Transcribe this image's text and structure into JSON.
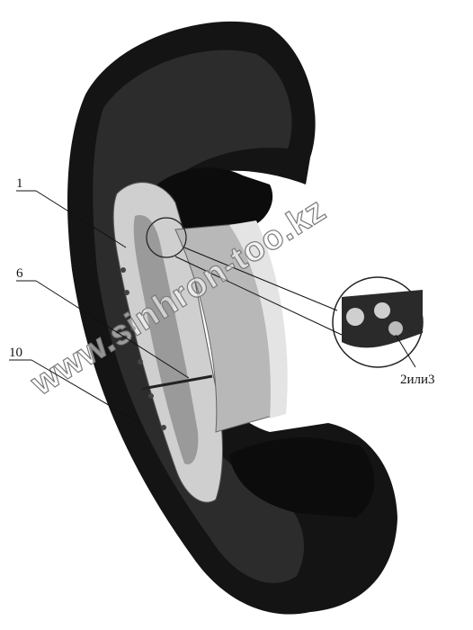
{
  "callouts": [
    {
      "id": "1",
      "label": "1"
    },
    {
      "id": "6",
      "label": "6"
    },
    {
      "id": "10",
      "label": "10"
    },
    {
      "id": "2",
      "label": "2или3"
    }
  ],
  "watermark": "www.sinhron-too.kz",
  "colors": {
    "tire": "#141414",
    "tire_mid": "#2c2c2c",
    "rim": "#cfcfcf",
    "rim_dark": "#8c8c8c",
    "leader": "#111111"
  }
}
